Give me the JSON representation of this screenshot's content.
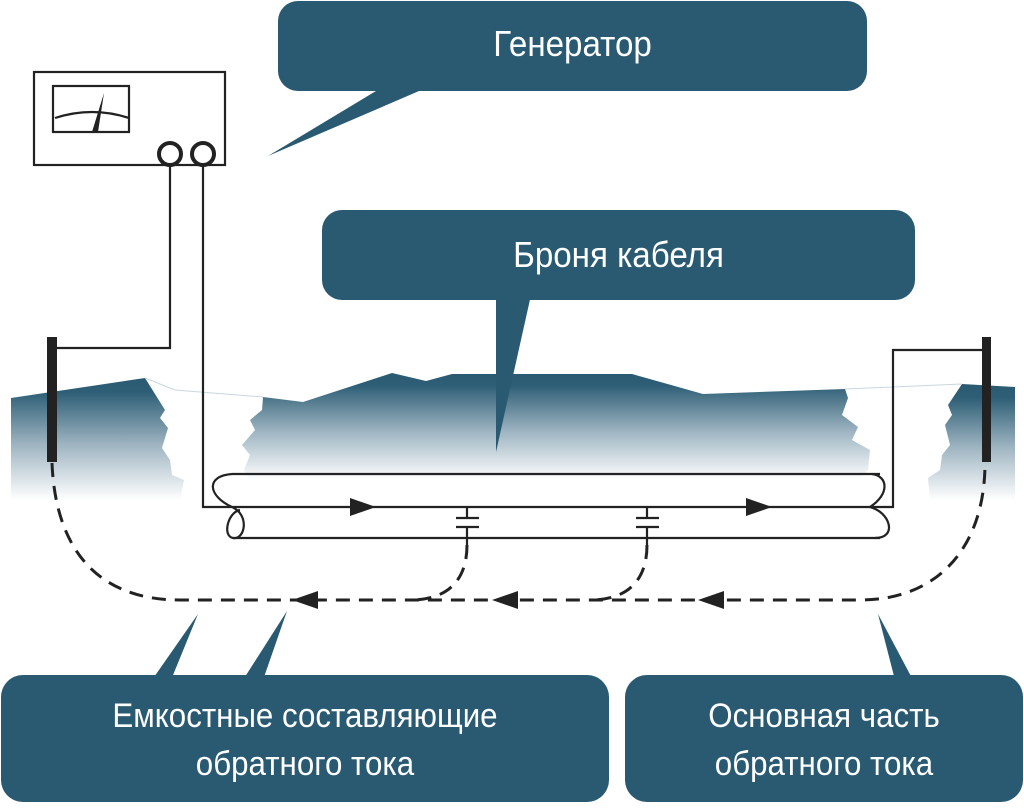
{
  "diagram": {
    "title": "Cable armor return current scheme",
    "colors": {
      "callout": "#2a5a72",
      "ground_top": "#2a5a72",
      "ground_bottom": "#ffffff",
      "line": "#222222",
      "callout_text": "#ffffff"
    },
    "callouts": {
      "generator": "Генератор",
      "cable_armor": "Броня кабеля",
      "capacitive_line1": "Емкостные составляющие",
      "capacitive_line2": "обратного тока",
      "main_line1": "Основная часть",
      "main_line2": "обратного тока"
    },
    "components": {
      "generator": "generator-device",
      "meter": "analog-meter",
      "terminals": [
        "terminal-left",
        "terminal-right"
      ],
      "ground_rods": [
        "ground-rod-left",
        "ground-rod-right"
      ],
      "cable": "buried-cable",
      "capacitors": [
        "capacitor-1",
        "capacitor-2"
      ]
    },
    "arrows": {
      "forward_current": "right",
      "return_current": "left"
    }
  }
}
